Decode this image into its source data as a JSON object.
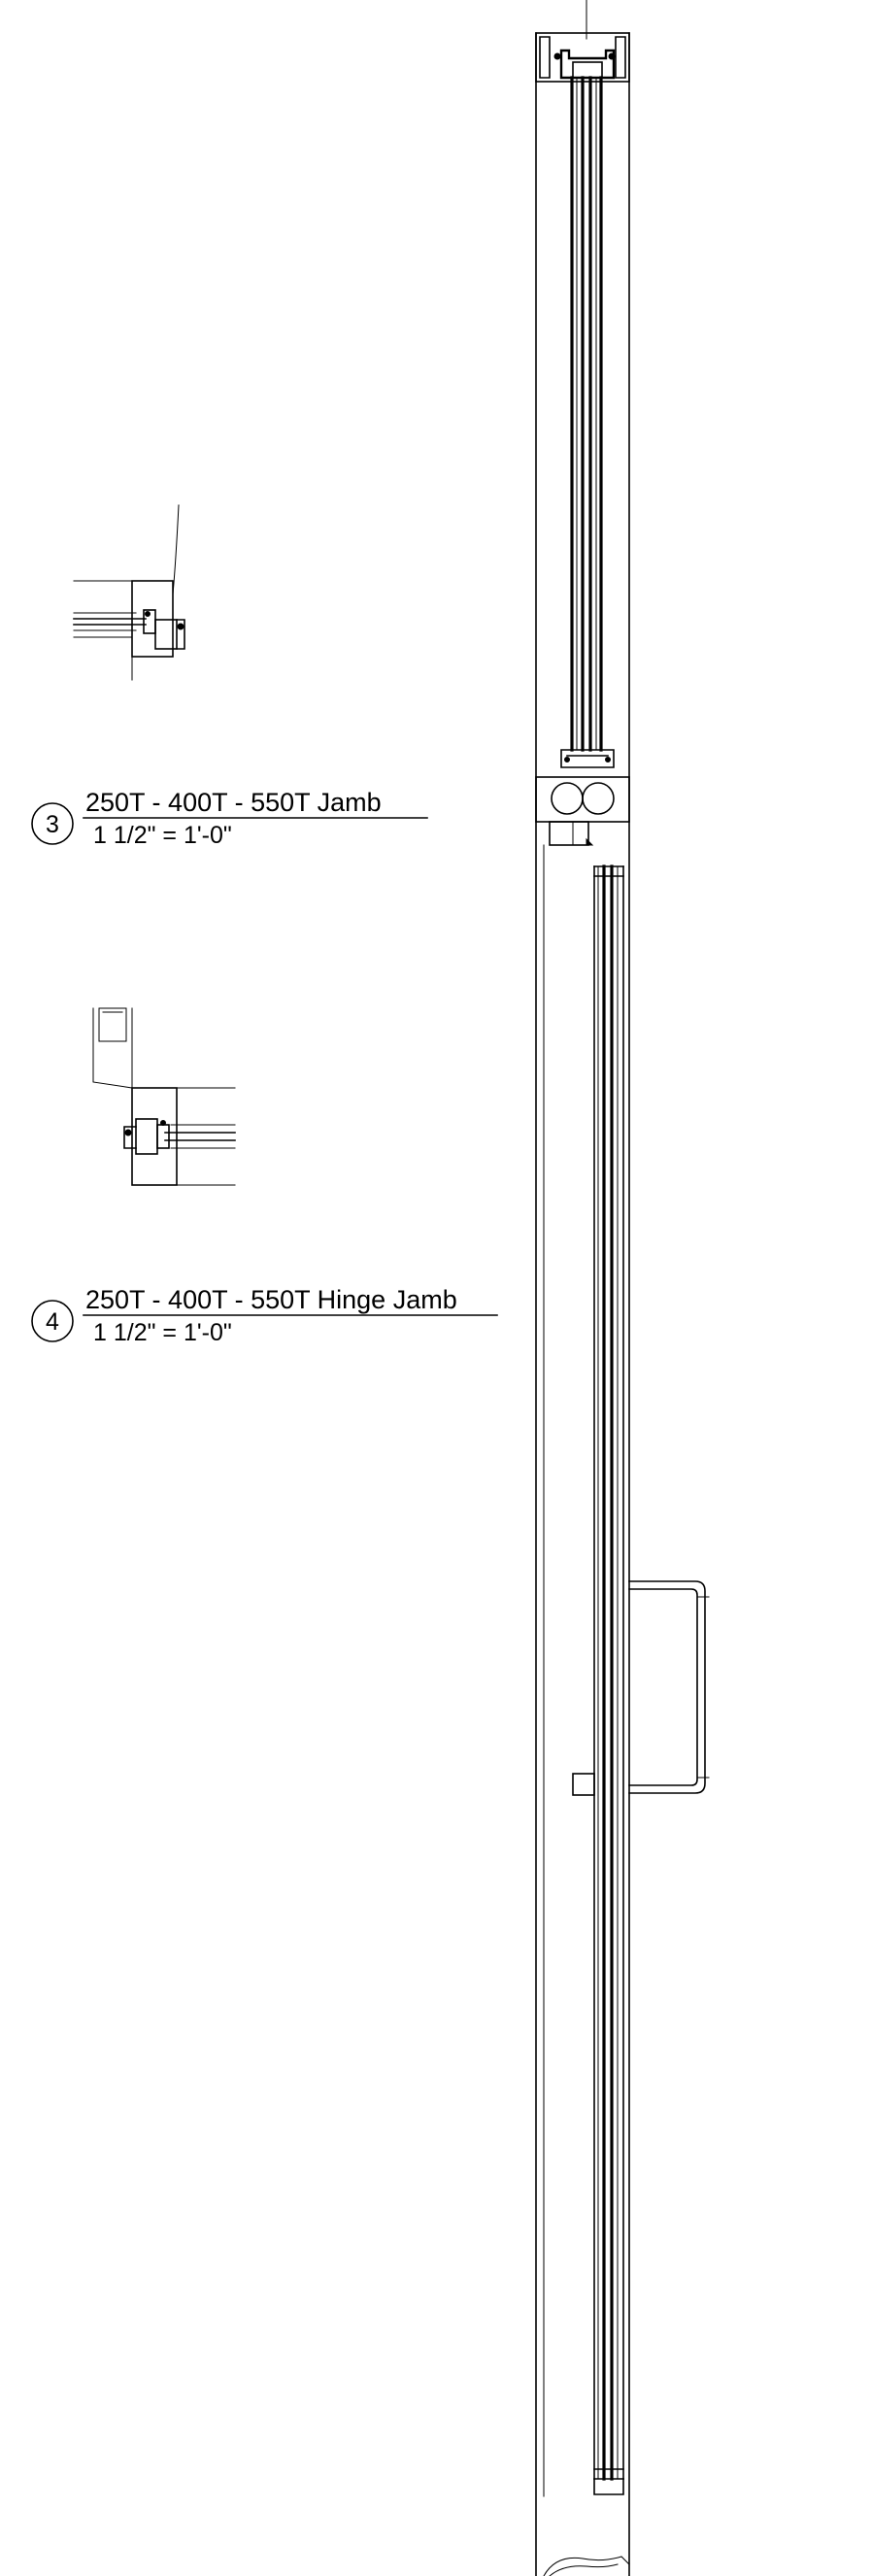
{
  "details": [
    {
      "number": "3",
      "title": "250T - 400T - 550T Jamb",
      "scale": "1 1/2\" = 1'-0\""
    },
    {
      "number": "4",
      "title": "250T - 400T - 550T Hinge Jamb",
      "scale": "1 1/2\" = 1'-0\""
    }
  ]
}
